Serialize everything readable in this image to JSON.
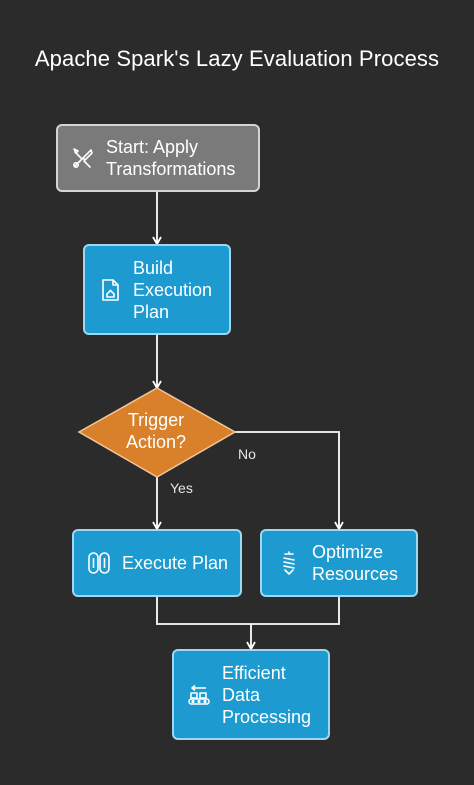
{
  "title": "Apache Spark's Lazy Evaluation Process",
  "nodes": {
    "start": {
      "label": "Start: Apply\nTransformations",
      "icon": "tools-icon"
    },
    "build": {
      "label": "Build\nExecution\nPlan",
      "icon": "document-icon"
    },
    "trigger": {
      "label": "Trigger\nAction?"
    },
    "execute": {
      "label": "Execute Plan",
      "icon": "chain-link-icon"
    },
    "optimize": {
      "label": "Optimize\nResources",
      "icon": "drill-icon"
    },
    "efficient": {
      "label": "Efficient\nData\nProcessing",
      "icon": "conveyor-icon"
    }
  },
  "edges": {
    "yes": "Yes",
    "no": "No"
  },
  "colors": {
    "background": "#2b2b2b",
    "start_fill": "#7a7a7a",
    "process_fill": "#1d9bd0",
    "decision_fill": "#d9812a",
    "connector": "#ffffff"
  }
}
